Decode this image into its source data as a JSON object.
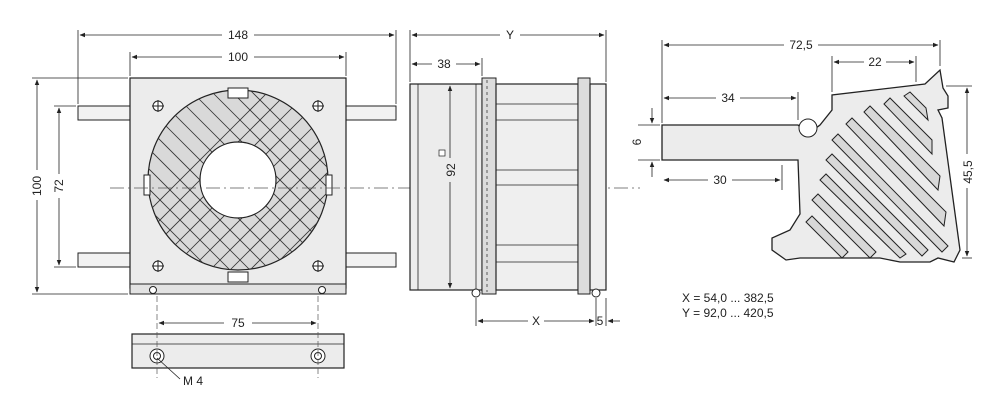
{
  "dimensions": {
    "front_width_outer": "148",
    "front_width_inner": "100",
    "front_height_outer": "100",
    "front_height_inner": "72",
    "side_length": "Y",
    "side_offset": "38",
    "side_fan_size": "92",
    "side_profile_length": "X",
    "side_end_offset": "5",
    "profile_width": "72,5",
    "profile_fin_spacing": "22",
    "profile_notch_offset": "34",
    "profile_base_offset": "30",
    "profile_thickness": "6",
    "profile_height": "45,5",
    "mount_spacing": "75",
    "thread_size": "M 4"
  },
  "notes": {
    "x_range": "X = 54,0 ... 382,5",
    "y_range": "Y = 92,0 ... 420,5"
  },
  "colors": {
    "line": "#222222",
    "body_fill": "#e9e9e9",
    "bar_fill": "#f2f2f2",
    "fin_fill": "#d8d8d8"
  }
}
